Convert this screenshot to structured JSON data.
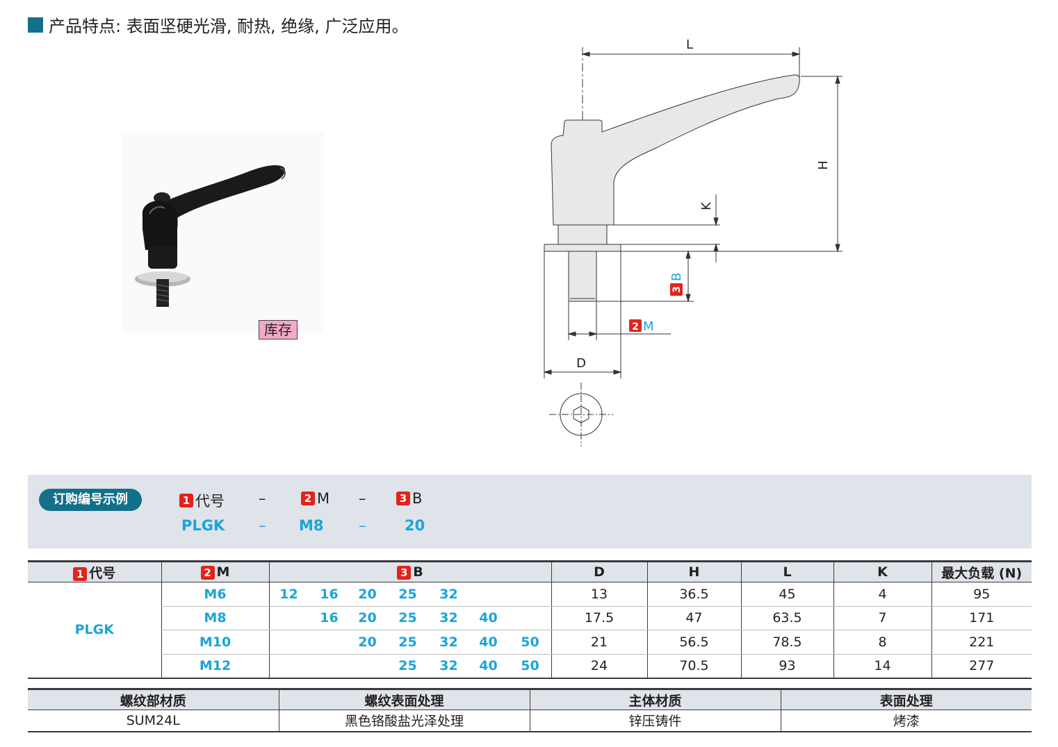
{
  "feature": {
    "text": "产品特点: 表面坚硬光滑, 耐热, 绝缘, 广泛应用。"
  },
  "stock_label": "库存",
  "drawing": {
    "L": "L",
    "H": "H",
    "K": "K",
    "D": "D",
    "badge2": "2",
    "M": "M",
    "badge3": "3",
    "B": "B"
  },
  "order": {
    "label": "订购编号示例",
    "items": [
      {
        "badge": "1",
        "text": "代号"
      },
      {
        "badge": "2",
        "text": "M"
      },
      {
        "badge": "3",
        "text": "B"
      }
    ],
    "dash": "–",
    "values": [
      "PLGK",
      "M8",
      "20"
    ]
  },
  "spec": {
    "headers": {
      "code": {
        "badge": "1",
        "text": "代号"
      },
      "m": {
        "badge": "2",
        "text": "M"
      },
      "b": {
        "badge": "3",
        "text": "B"
      },
      "d": "D",
      "h": "H",
      "l": "L",
      "k": "K",
      "load": "最大负载 (N)"
    },
    "code_value": "PLGK",
    "b_columns": [
      "12",
      "16",
      "20",
      "25",
      "32",
      "40",
      "50"
    ],
    "rows": [
      {
        "m": "M6",
        "b": [
          "12",
          "16",
          "20",
          "25",
          "32",
          "",
          ""
        ],
        "d": "13",
        "h": "36.5",
        "l": "45",
        "k": "4",
        "load": "95"
      },
      {
        "m": "M8",
        "b": [
          "",
          "16",
          "20",
          "25",
          "32",
          "40",
          ""
        ],
        "d": "17.5",
        "h": "47",
        "l": "63.5",
        "k": "7",
        "load": "171"
      },
      {
        "m": "M10",
        "b": [
          "",
          "",
          "20",
          "25",
          "32",
          "40",
          "50"
        ],
        "d": "21",
        "h": "56.5",
        "l": "78.5",
        "k": "8",
        "load": "221"
      },
      {
        "m": "M12",
        "b": [
          "",
          "",
          "",
          "25",
          "32",
          "40",
          "50"
        ],
        "d": "24",
        "h": "70.5",
        "l": "93",
        "k": "14",
        "load": "277"
      }
    ]
  },
  "materials": {
    "headers": [
      "螺纹部材质",
      "螺纹表面处理",
      "主体材质",
      "表面处理"
    ],
    "values": [
      "SUM24L",
      "黑色铬酸盐光泽处理",
      "锌压铸件",
      "烤漆"
    ]
  }
}
